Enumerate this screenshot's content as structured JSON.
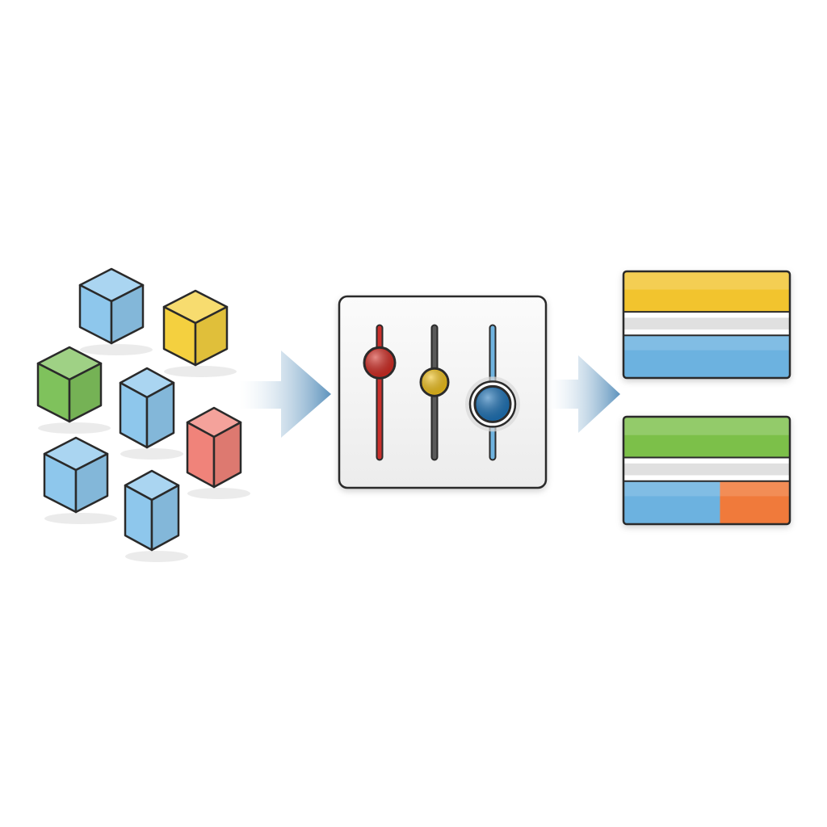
{
  "inputs": {
    "blocks": [
      {
        "id": "block-1",
        "color": "#8ec7ec"
      },
      {
        "id": "block-2",
        "color": "#f4d03f"
      },
      {
        "id": "block-3",
        "color": "#7fc25c"
      },
      {
        "id": "block-4",
        "color": "#8ec7ec"
      },
      {
        "id": "block-5",
        "color": "#f0837a"
      },
      {
        "id": "block-6",
        "color": "#8ec7ec"
      },
      {
        "id": "block-7",
        "color": "#8ec7ec"
      }
    ]
  },
  "arrow_color": "#5d93bd",
  "mixer": {
    "panel_fill": "#f4f4f4",
    "sliders": [
      {
        "id": "slider-red",
        "track_color": "#c9302c",
        "knob_color": "#d32a22",
        "level": 0.27
      },
      {
        "id": "slider-yellow",
        "track_color": "#5a5a5a",
        "knob_color": "#f2c21b",
        "level": 0.42
      },
      {
        "id": "slider-blue",
        "track_color": "#6fb3df",
        "knob_color": "#1d73b8",
        "level": 0.59
      }
    ]
  },
  "outputs": [
    {
      "id": "output-card-1",
      "top_color": "#f2c42e",
      "middle_color": "#e0e0e0",
      "bottom_colors": [
        "#6cb2e0"
      ]
    },
    {
      "id": "output-card-2",
      "top_color": "#7cc04a",
      "middle_color": "#e0e0e0",
      "bottom_colors": [
        "#6cb2e0",
        "#f07a3a"
      ]
    }
  ]
}
